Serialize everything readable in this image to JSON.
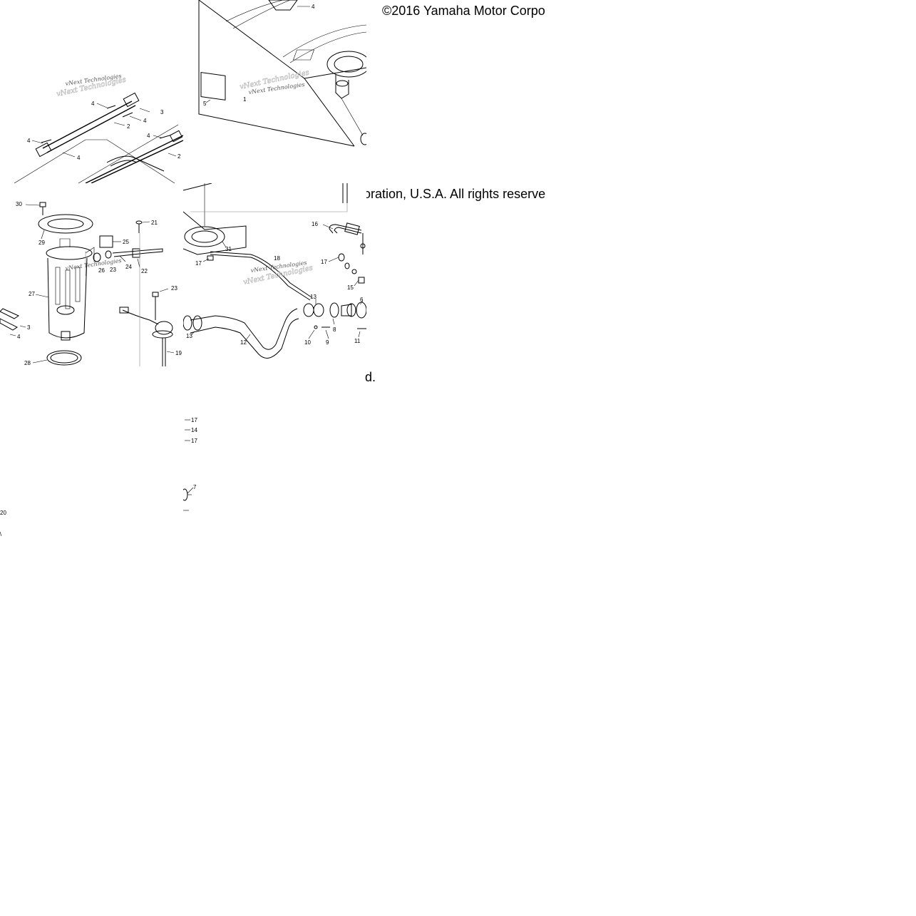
{
  "copyright": {
    "part1": "©2016 Yamaha Motor Corpo",
    "part2": "oration, U.S.A. All rights reserve",
    "part3": "d."
  },
  "watermark": "vNext Technologies",
  "callouts": {
    "t1": [
      "4",
      "3",
      "2",
      "4",
      "4",
      "4",
      "4",
      "2"
    ],
    "t2": [
      "4",
      "5",
      "1"
    ],
    "t3": [
      "30",
      "29",
      "21",
      "25",
      "26",
      "23",
      "24",
      "22",
      "27",
      "23",
      "3",
      "4",
      "28",
      "19"
    ],
    "t4": [
      "16",
      "31",
      "17",
      "18",
      "17",
      "15",
      "13",
      "6",
      "13",
      "8",
      "12",
      "10",
      "9",
      "11"
    ],
    "t5": [
      "17",
      "14",
      "17",
      "7"
    ],
    "t6": [
      "20"
    ]
  }
}
